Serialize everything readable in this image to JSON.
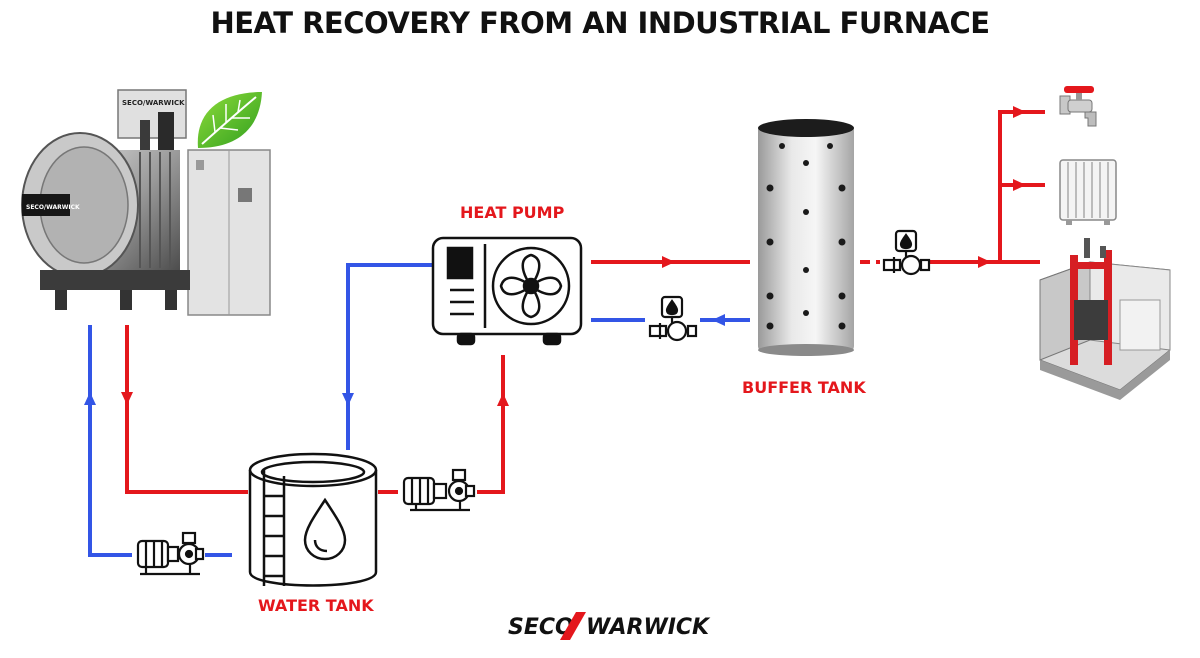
{
  "title": "HEAT RECOVERY FROM AN INDUSTRIAL FURNACE",
  "labels": {
    "heat_pump": "HEAT PUMP",
    "buffer_tank": "BUFFER TANK",
    "water_tank": "WATER TANK"
  },
  "branding": {
    "footer_logo_left": "SECO",
    "footer_logo_right": "WARWICK",
    "furnace_plate": "SECO/WARWICK",
    "furnace_badge": "SECO/WARWICK"
  },
  "colors": {
    "hot_line": "#e4171c",
    "cold_line": "#3355e6",
    "label": "#e4171c",
    "title": "#111111"
  },
  "icons": [
    "furnace-image",
    "leaf-icon",
    "heat-pump-icon",
    "fan-icon",
    "buffer-tank-image",
    "water-tank-icon",
    "water-drop-icon",
    "pump-icon",
    "valve-icon",
    "faucet-icon",
    "radiator-icon",
    "industrial-machine-image"
  ]
}
